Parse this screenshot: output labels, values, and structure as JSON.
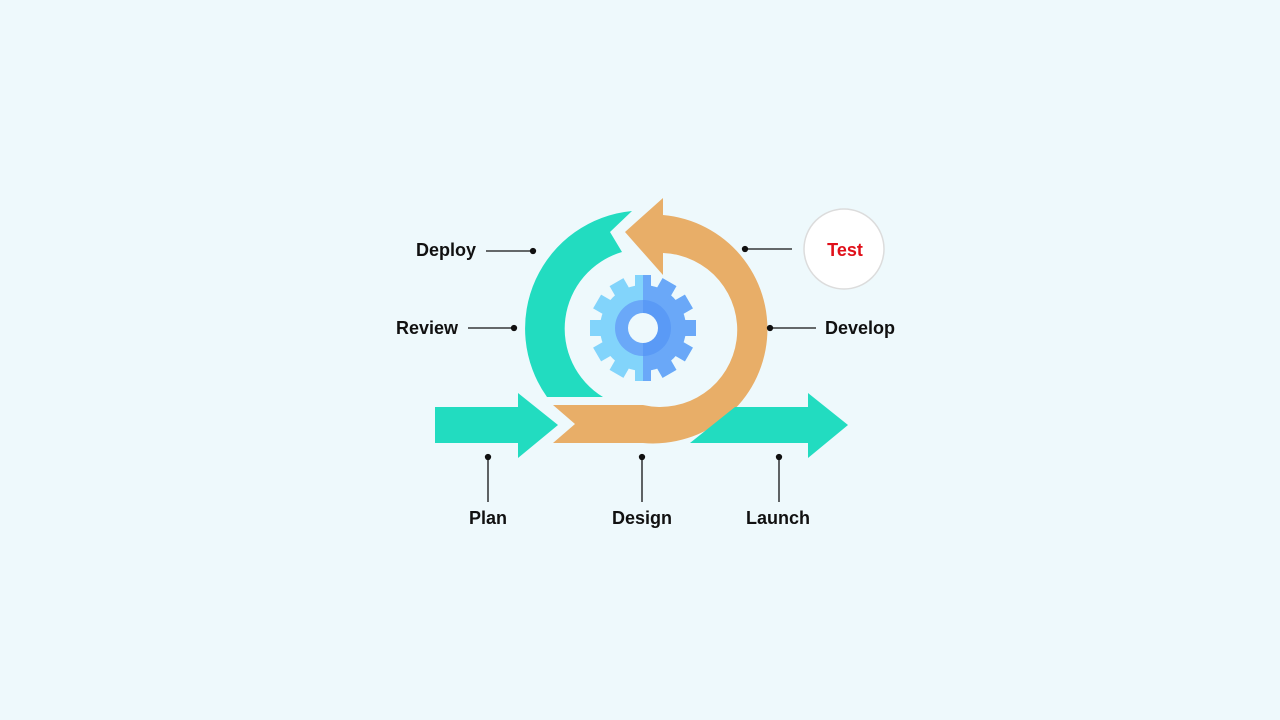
{
  "diagram": {
    "stages": {
      "deploy": "Deploy",
      "review": "Review",
      "test": "Test",
      "develop": "Develop",
      "plan": "Plan",
      "design": "Design",
      "launch": "Launch"
    },
    "colors": {
      "background": "#eef9fc",
      "teal": "#22dcc0",
      "orange": "#e8ae68",
      "gear_light": "#82d4fb",
      "gear_dark": "#6aa8f8",
      "test_text": "#e0101a"
    }
  }
}
